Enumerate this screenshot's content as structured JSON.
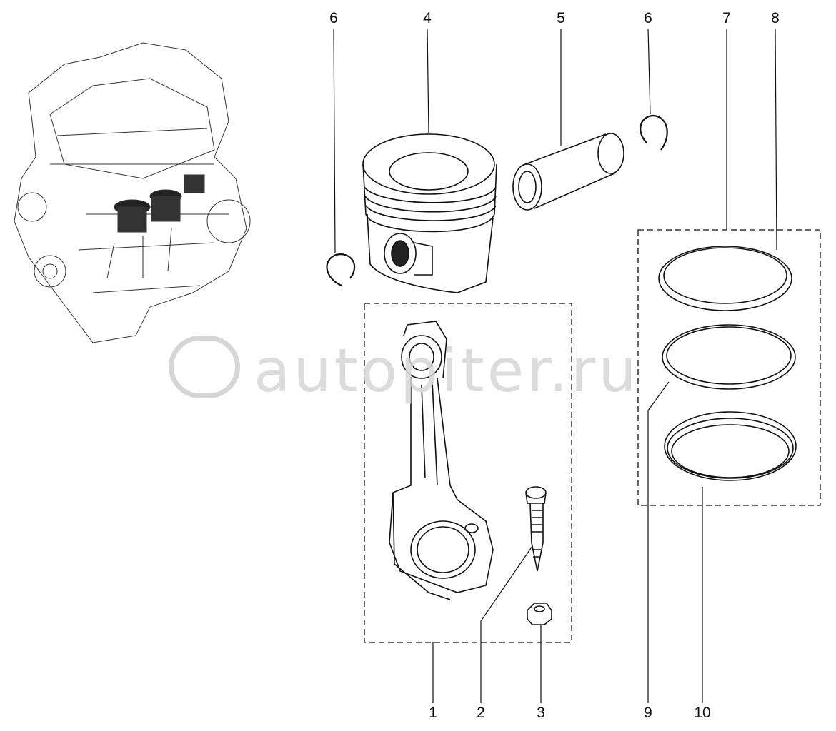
{
  "diagram": {
    "watermark": "autopiter.ru",
    "callouts_top": [
      {
        "id": "6a",
        "label": "6"
      },
      {
        "id": "4",
        "label": "4"
      },
      {
        "id": "5",
        "label": "5"
      },
      {
        "id": "6b",
        "label": "6"
      },
      {
        "id": "7",
        "label": "7"
      },
      {
        "id": "8",
        "label": "8"
      }
    ],
    "callouts_bottom": [
      {
        "id": "1",
        "label": "1"
      },
      {
        "id": "2",
        "label": "2"
      },
      {
        "id": "3",
        "label": "3"
      },
      {
        "id": "9",
        "label": "9"
      },
      {
        "id": "10",
        "label": "10"
      }
    ]
  }
}
